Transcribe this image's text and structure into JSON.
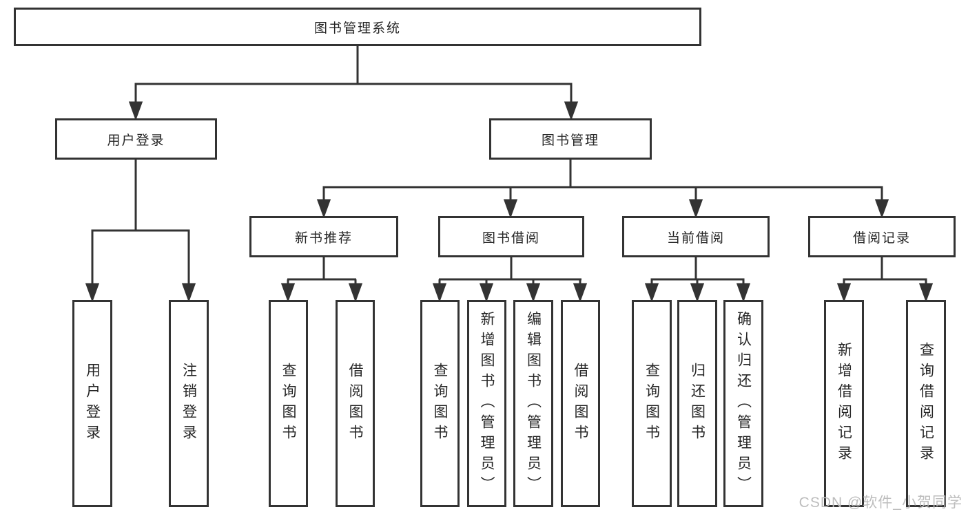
{
  "tree": {
    "label": "图书管理系统",
    "children": [
      {
        "label": "用户登录",
        "children": [
          {
            "label": "用户登录"
          },
          {
            "label": "注销登录"
          }
        ]
      },
      {
        "label": "图书管理",
        "children": [
          {
            "label": "新书推荐",
            "children": [
              {
                "label": "查询图书"
              },
              {
                "label": "借阅图书"
              }
            ]
          },
          {
            "label": "图书借阅",
            "children": [
              {
                "label": "查询图书"
              },
              {
                "label": "新增图书（管理员）"
              },
              {
                "label": "编辑图书（管理员）"
              },
              {
                "label": "借阅图书"
              }
            ]
          },
          {
            "label": "当前借阅",
            "children": [
              {
                "label": "查询图书"
              },
              {
                "label": "归还图书"
              },
              {
                "label": "确认归还（管理员）"
              }
            ]
          },
          {
            "label": "借阅记录",
            "children": [
              {
                "label": "新增借阅记录"
              },
              {
                "label": "查询借阅记录"
              }
            ]
          }
        ]
      }
    ]
  },
  "watermark": "CSDN @软件_小贺同学",
  "colors": {
    "line": "#333333",
    "text": "#262626",
    "background": "#ffffff",
    "watermark": "#bdbdbd"
  }
}
